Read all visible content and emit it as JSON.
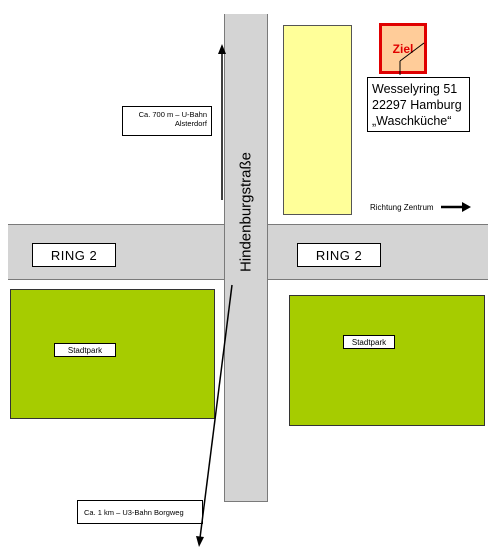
{
  "streets": {
    "vertical_name": "Hindenburgstraße",
    "ring_left": "RING  2",
    "ring_right": "RING  2"
  },
  "parks": {
    "left_label": "Stadtpark",
    "right_label": "Stadtpark"
  },
  "destination": {
    "label": "Ziel",
    "address_line1": "Wesselyring 51",
    "address_line2": "22297 Hamburg",
    "address_line3": "„Waschküche“"
  },
  "notes": {
    "top_line1": "Ca. 700 m – U-Bahn",
    "top_line2": "Alsterdorf",
    "bottom": "Ca.  1 km – U3-Bahn Borgweg",
    "direction": "Richtung Zentrum"
  },
  "colors": {
    "road": "#d4d4d4",
    "park": "#a6cc00",
    "building": "#ffff99",
    "target_fill": "#ffcc99",
    "target_border": "#e00000"
  }
}
